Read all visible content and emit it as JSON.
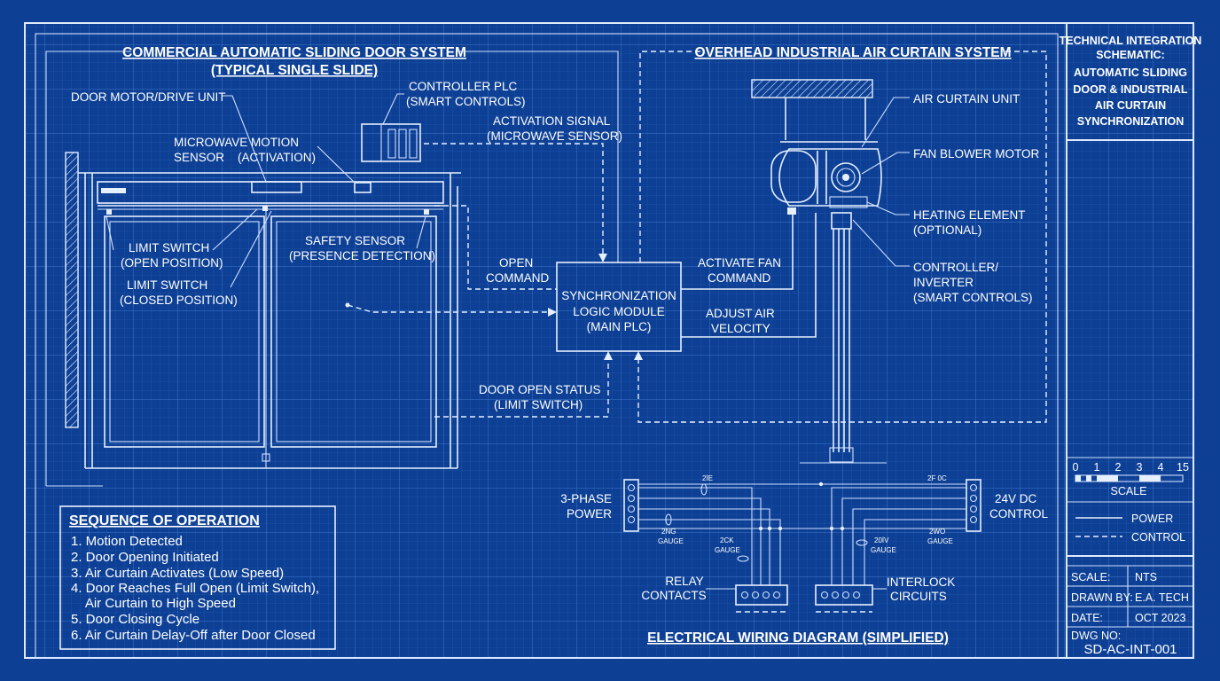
{
  "door_section": {
    "title": "COMMERCIAL AUTOMATIC SLIDING DOOR SYSTEM",
    "subtitle": "(TYPICAL SINGLE SLIDE)",
    "labels": {
      "motor": "DOOR MOTOR/DRIVE UNIT",
      "sensor_l1": "MICROWAVE MOTION",
      "sensor_l2": "SENSOR    (ACTIVATION)",
      "limit_open_l1": "LIMIT SWITCH",
      "limit_open_l2": "(OPEN POSITION)",
      "limit_closed_l1": "LIMIT SWITCH",
      "limit_closed_l2": "(CLOSED POSITION)",
      "safety_l1": "SAFETY SENSOR",
      "safety_l2": "(PRESENCE DETECTION)",
      "plc_l1": "CONTROLLER PLC",
      "plc_l2": "(SMART CONTROLS)"
    }
  },
  "signals": {
    "activation_l1": "ACTIVATION SIGNAL",
    "activation_l2": "(MICROWAVE SENSOR)",
    "open_l1": "OPEN",
    "open_l2": "COMMAND",
    "status_l1": "DOOR OPEN STATUS",
    "status_l2": "(LIMIT SWITCH)",
    "fan_l1": "ACTIVATE FAN",
    "fan_l2": "COMMAND",
    "velocity_l1": "ADJUST AIR",
    "velocity_l2": "VELOCITY"
  },
  "logic_module": {
    "l1": "SYNCHRONIZATION",
    "l2": "LOGIC MODULE",
    "l3": "(MAIN PLC)"
  },
  "air_section": {
    "title": "OVERHEAD INDUSTRIAL AIR CURTAIN SYSTEM",
    "labels": {
      "unit": "AIR CURTAIN UNIT",
      "fan": "FAN BLOWER MOTOR",
      "heat_l1": "HEATING ELEMENT",
      "heat_l2": "(OPTIONAL)",
      "ctrl_l1": "CONTROLLER/",
      "ctrl_l2": "INVERTER",
      "ctrl_l3": "(SMART CONTROLS)"
    }
  },
  "sequence": {
    "title": "SEQUENCE OF OPERATION",
    "steps": [
      "1. Motion Detected",
      "2. Door Opening Initiated",
      "3. Air Curtain Activates (Low Speed)",
      "4. Door Reaches Full Open (Limit Switch),",
      "    Air Curtain to High Speed",
      "5. Door Closing Cycle",
      "6. Air Curtain Delay-Off after Door Closed"
    ]
  },
  "wiring": {
    "title": "ELECTRICAL WIRING DIAGRAM (SIMPLIFIED)",
    "phase_l1": "3-PHASE",
    "phase_l2": "POWER",
    "dc_l1": "24V DC",
    "dc_l2": "CONTROL",
    "relay_l1": "RELAY",
    "relay_l2": "CONTACTS",
    "interlock_l1": "INTERLOCK",
    "interlock_l2": "CIRCUITS",
    "small": [
      "2İE",
      "2F 0C",
      "2NG",
      "GAUGE",
      "2CK",
      "GAUGE",
      "20İV",
      "GAUGE",
      "2WO",
      "GAUGE"
    ]
  },
  "title_block": {
    "header_l1": "TECHNICAL INTEGRATION",
    "header_l2": "SCHEMATIC:",
    "title_l1": "AUTOMATIC SLIDING",
    "title_l2": "DOOR & INDUSTRIAL",
    "title_l3": "AIR CURTAIN",
    "title_l4": "SYNCHRONIZATION",
    "scale_ticks": [
      "0",
      "1",
      "2",
      "3",
      "4",
      "15"
    ],
    "scale_label": "SCALE",
    "legend_power": "POWER",
    "legend_control": "CONTROL",
    "rows": [
      {
        "label": "SCALE:",
        "value": "NTS"
      },
      {
        "label": "DRAWN BY:",
        "value": "E.A. TECH"
      },
      {
        "label": "DATE:",
        "value": "OCT 2023"
      }
    ],
    "dwg_label": "DWG NO:",
    "dwg_value": "SD-AC-INT-001"
  },
  "colors": {
    "background": "#0d3f94",
    "grid_minor": "#2b62b8",
    "grid_major": "#3f79cc",
    "line": "#e6f0ff"
  }
}
